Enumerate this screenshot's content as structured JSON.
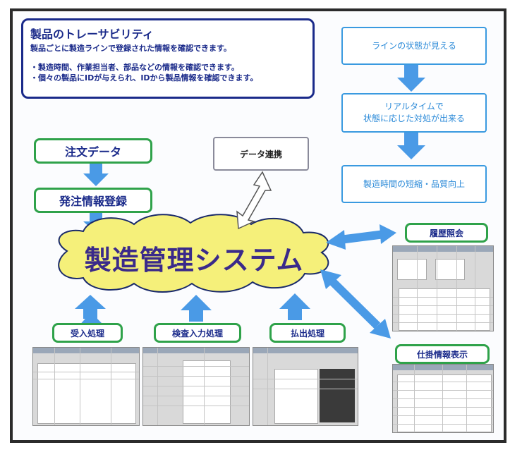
{
  "info": {
    "title": "製品のトレーサビリティ",
    "line1": "製品ごとに製造ラインで登録された情報を確認できます。",
    "line2": "・製造時間、作業担当者、部品などの情報を確認できます。",
    "line3": "・個々の製品にIDが与えられ、IDから製品情報を確認できます。"
  },
  "flow": {
    "step1": "ラインの状態が見える",
    "step2a": "リアルタイムで",
    "step2b": "状態に応じた対処が出来る",
    "step3": "製造時間の短縮・品質向上"
  },
  "inputs": {
    "order": "注文データ",
    "register": "発注情報登録"
  },
  "data_link": "データ連携",
  "system": "製造管理システム",
  "modules": {
    "receive": "受入処理",
    "inspect": "検査入力処理",
    "ship": "払出処理",
    "history": "履歴照会",
    "wip": "仕掛情報表示"
  },
  "colors": {
    "cloud_fill": "#f5f07a",
    "cloud_text": "#3a2a8a",
    "arrow_blue": "#4a9ae6",
    "green_border": "#2fa24a"
  }
}
